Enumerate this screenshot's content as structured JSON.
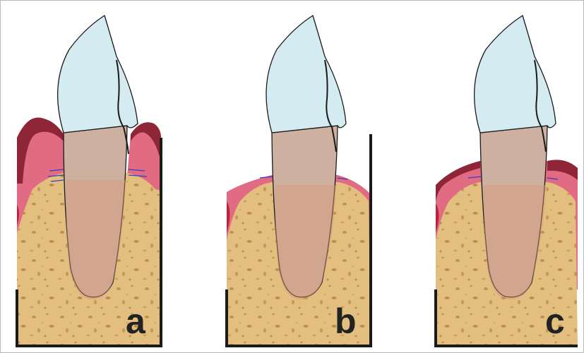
{
  "panels": [
    {
      "id": "a",
      "label": "a",
      "variant": "gum-full"
    },
    {
      "id": "b",
      "label": "b",
      "variant": "gum-low"
    },
    {
      "id": "c",
      "label": "c",
      "variant": "gum-graft"
    }
  ],
  "colors": {
    "enamel": "#d4ecf1",
    "root": "#cdb09f",
    "bone": "#e2bf7f",
    "bone_spot": "#b5793f",
    "root_overlay": "#d89a7a",
    "gum": "#e06b82",
    "gum_dark": "#8e2638",
    "outline": "#1a1a1a",
    "suture": "#3a3cc4"
  }
}
